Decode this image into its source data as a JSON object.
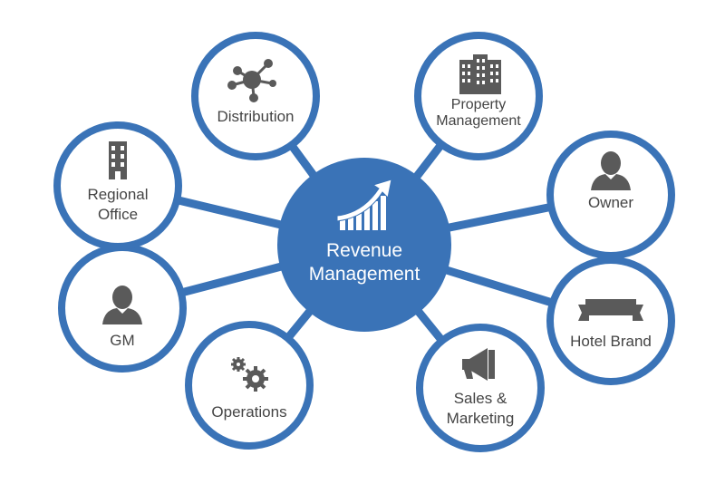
{
  "colors": {
    "ring": "#3a73b7",
    "hub": "#3a73b7",
    "icon": "#5a5a5a",
    "label": "#444444"
  },
  "hub": {
    "line1": "Revenue",
    "line2": "Management",
    "icon": "growth-chart-icon"
  },
  "nodes": [
    {
      "id": "distribution",
      "lines": [
        "Distribution"
      ],
      "icon": "network-icon"
    },
    {
      "id": "property-management",
      "lines": [
        "Property",
        "Management"
      ],
      "icon": "buildings-icon"
    },
    {
      "id": "owner",
      "lines": [
        "Owner"
      ],
      "icon": "person-icon"
    },
    {
      "id": "hotel-brand",
      "lines": [
        "Hotel Brand"
      ],
      "icon": "ribbon-banner-icon"
    },
    {
      "id": "sales-marketing",
      "lines": [
        "Sales &",
        "Marketing"
      ],
      "icon": "megaphone-icon"
    },
    {
      "id": "operations",
      "lines": [
        "Operations"
      ],
      "icon": "gears-icon"
    },
    {
      "id": "gm",
      "lines": [
        "GM"
      ],
      "icon": "person-icon"
    },
    {
      "id": "regional-office",
      "lines": [
        "Regional",
        "Office"
      ],
      "icon": "office-building-icon"
    }
  ]
}
